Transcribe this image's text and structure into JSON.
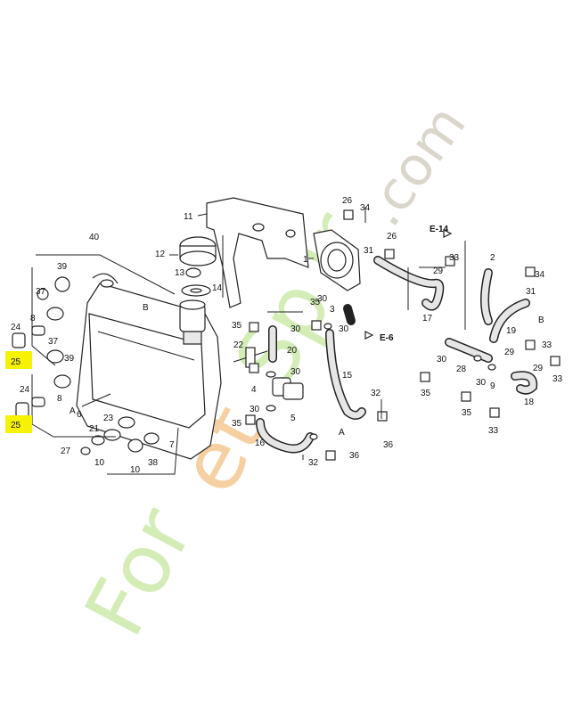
{
  "diagram": {
    "labels": [
      "40",
      "11",
      "12",
      "13",
      "14",
      "1",
      "26",
      "34",
      "26",
      "31",
      "33",
      "29",
      "2",
      "34",
      "31",
      "19",
      "29",
      "33",
      "29",
      "33",
      "9",
      "30",
      "35",
      "28",
      "30",
      "18",
      "35",
      "33",
      "39",
      "37",
      "8",
      "24",
      "25",
      "39",
      "37",
      "8",
      "24",
      "25",
      "6",
      "21",
      "23",
      "27",
      "10",
      "10",
      "38",
      "7",
      "22",
      "35",
      "30",
      "20",
      "30",
      "4",
      "5",
      "30",
      "35",
      "16",
      "30",
      "32",
      "36",
      "15",
      "3",
      "30",
      "35",
      "17",
      "32",
      "36",
      "A",
      "A",
      "B",
      "B",
      "E-14",
      "E-6"
    ],
    "highlighted": [
      "25",
      "25"
    ],
    "watermark": {
      "text_a": "For",
      "text_b": "et",
      "text_c": "Sp",
      "text_d": "ir",
      "text_e": ".com",
      "colors": {
        "green": "#c6e8a0",
        "orange": "#f4c58c",
        "grey": "#d8d2c6"
      }
    }
  }
}
